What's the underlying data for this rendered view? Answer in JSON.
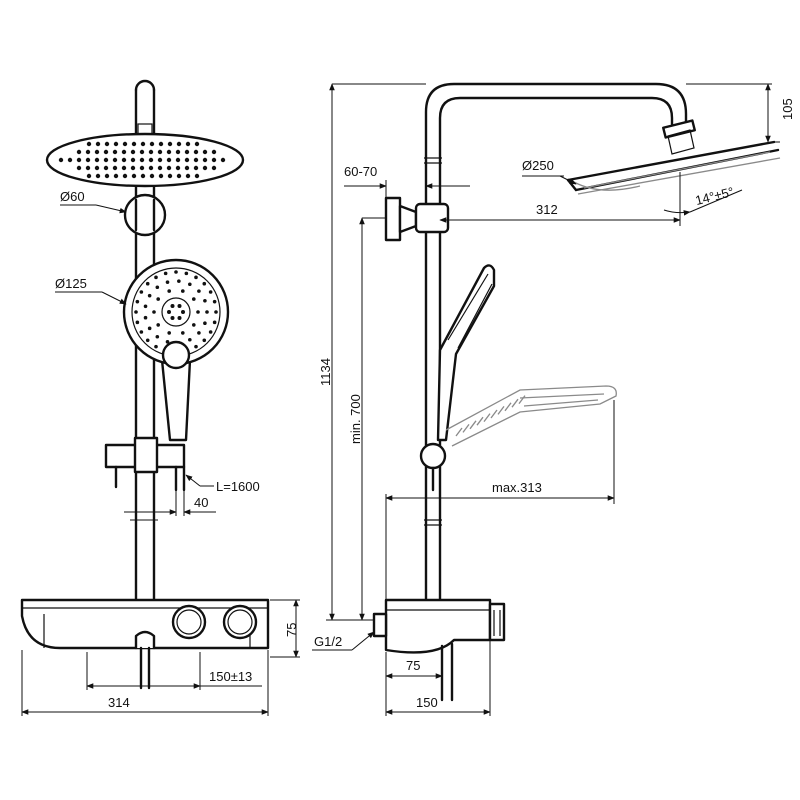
{
  "labels": {
    "diameter_60": "Ø60",
    "diameter_125": "Ø125",
    "hose_length": "L=1600",
    "dim_40": "40",
    "dim_150_13": "150±13",
    "dim_314": "314",
    "dim_75_front": "75",
    "dim_60_70": "60-70",
    "diameter_250": "Ø250",
    "dim_312": "312",
    "angle": "14°±5°",
    "dim_105": "105",
    "dim_1134": "1134",
    "dim_min_700": "min. 700",
    "dim_max_313": "max.313",
    "thread": "G1/2",
    "dim_75_side": "75",
    "dim_150_side": "150"
  }
}
